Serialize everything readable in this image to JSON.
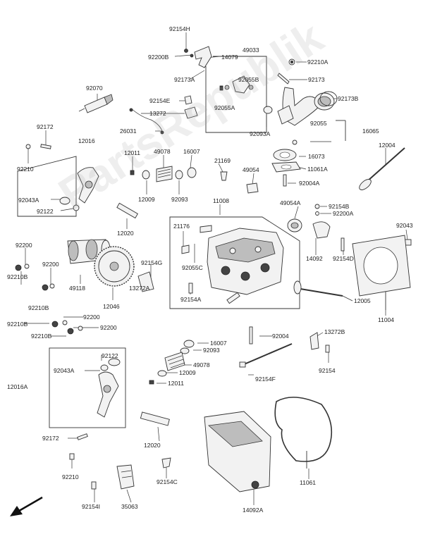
{
  "watermark": "PartsRepublik",
  "labels": {
    "l92154H": "92154H",
    "l92200B": "92200B",
    "l14079": "14079",
    "l49033": "49033",
    "l92210A": "92210A",
    "l92173A": "92173A",
    "l92055B": "92055B",
    "l92173": "92173",
    "l92070": "92070",
    "l92154E": "92154E",
    "l92055A": "92055A",
    "l92173B": "92173B",
    "l13272": "13272",
    "l92093A": "92093A",
    "l26031": "26031",
    "l92055": "92055",
    "l16065": "16065",
    "l92172a": "92172",
    "l12016": "12016",
    "l16073": "16073",
    "l12004": "12004",
    "l12011a": "12011",
    "l49078a": "49078",
    "l16007a": "16007",
    "l21169": "21169",
    "l11061A": "11061A",
    "l92210a": "92210",
    "l49054": "49054",
    "l92004A": "92004A",
    "l92043A_a": "92043A",
    "l12009a": "12009",
    "l92093": "92093",
    "l11008": "11008",
    "l49054A": "49054A",
    "l92154B": "92154B",
    "l92122a": "92122",
    "l92200A": "92200A",
    "l12020a": "12020",
    "l21176": "21176",
    "l92043": "92043",
    "l92200a": "92200",
    "l14092": "14092",
    "l92154D": "92154D",
    "l92200b": "92200",
    "l92210B": "92210B",
    "l49118": "49118",
    "l92055C": "92055C",
    "l92154G": "92154G",
    "l13272A": "13272A",
    "l92154A": "92154A",
    "l12005": "12005",
    "l92210B_b": "92210B",
    "l12046": "12046",
    "l11004": "11004",
    "l92200c": "92200",
    "l92210B_c": "92210B",
    "l92200d": "92200",
    "l92210B_d": "92210B",
    "l92004": "92004",
    "l13272B": "13272B",
    "l16007b": "16007",
    "l92093b": "92093",
    "l92122b": "92122",
    "l49078b": "49078",
    "l92043A_b": "92043A",
    "l12009b": "12009",
    "l92154": "92154",
    "l12016A": "12016A",
    "l12011b": "12011",
    "l92154F": "92154F",
    "l92172b": "92172",
    "l12020b": "12020",
    "l92210b": "92210",
    "l92154C": "92154C",
    "l11061": "11061",
    "l92154I": "92154I",
    "l35063": "35063",
    "l14092A": "14092A"
  }
}
